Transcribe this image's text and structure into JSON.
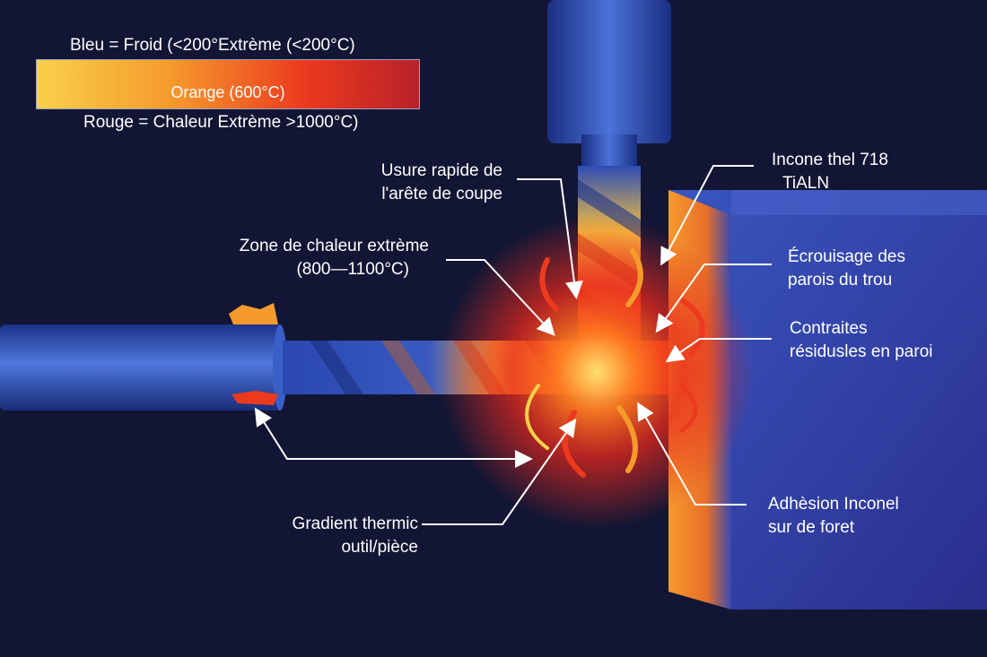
{
  "legend": {
    "top_text": "Bleu = Froid (<200°Extrème (<200°C)",
    "bar_text": "Orange (600°C)",
    "bottom_text": "Rouge = Chaleur Extrème >1000°C)",
    "gradient_colors": [
      "#f8d04a",
      "#f59a2c",
      "#ec3a1e",
      "#b8222a"
    ]
  },
  "labels": {
    "usure": [
      "Usure rapide de",
      "l'arête de coupe"
    ],
    "zone": [
      "Zone de chaleur extrème",
      "(800—1100°C)"
    ],
    "gradient": [
      "Gradient thermic",
      "outil/pièce"
    ],
    "inconel": [
      "Incone thel 718",
      "TiALN"
    ],
    "ecrouissage": [
      "Écrouisage des",
      "parois du trou"
    ],
    "contraintes": [
      "Contraites",
      "résidusles en paroi"
    ],
    "adhesion": [
      "Adhèsion Inconel",
      "sur de foret"
    ]
  },
  "colors": {
    "background": "#121634",
    "tool_blue": "#2f4fb8",
    "workpiece_blue": "#3550b5",
    "hot_red": "#e8281c",
    "hot_orange": "#f59a2c",
    "hot_yellow": "#f8d04a"
  }
}
